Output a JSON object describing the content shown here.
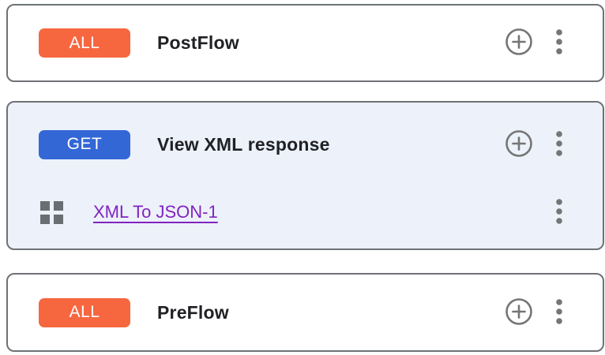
{
  "colors": {
    "all_badge_orange": "#F66740",
    "get_badge_blue": "#3367D6",
    "highlight_card_bg": "#ECF1FA",
    "card_border_gray": "#6E7276",
    "icon_gray": "#757575",
    "policy_link_purple": "#8223BE",
    "title_text": "#202124"
  },
  "icons": {
    "add": "plus-circle-icon",
    "menu": "kebab-menu-icon",
    "policy": "grid-icon"
  },
  "cards": [
    {
      "badge": {
        "label": "ALL",
        "color": "#F66740"
      },
      "title": "PostFlow"
    },
    {
      "badge": {
        "label": "GET",
        "color": "#3367D6"
      },
      "title": "View XML response",
      "highlighted": true,
      "policies": [
        {
          "name": "XML To JSON-1"
        }
      ]
    },
    {
      "badge": {
        "label": "ALL",
        "color": "#F66740"
      },
      "title": "PreFlow"
    }
  ]
}
